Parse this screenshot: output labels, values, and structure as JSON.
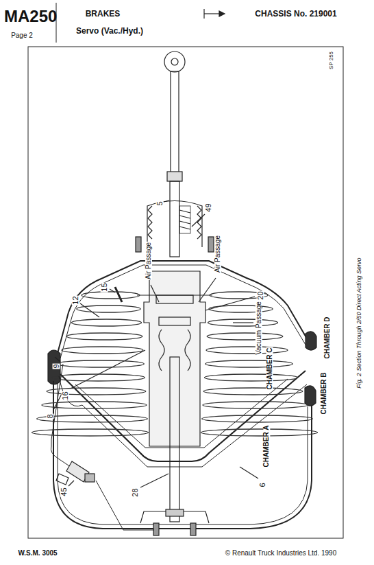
{
  "diagram": {
    "caption": "Fig. 2 Section Through 2/50 Direct Acting Servo",
    "labels": [
      "MA250",
      "Page 2",
      "BRAKES",
      "CHASSIS No. 219001",
      "Servo (Vac./Hyd.)",
      "SP 255",
      "5",
      "49",
      "Air Passage",
      "Air Passage",
      "15",
      "12",
      "20",
      "Vacuum Passage",
      "CHAMBER D",
      "9",
      "16",
      "CHAMBER C",
      "CHAMBER B",
      "8",
      "CHAMBER A",
      "6",
      "28",
      "45",
      "W.S.M. 3005",
      "© Renault Truck Industries Ltd. 1990"
    ]
  }
}
